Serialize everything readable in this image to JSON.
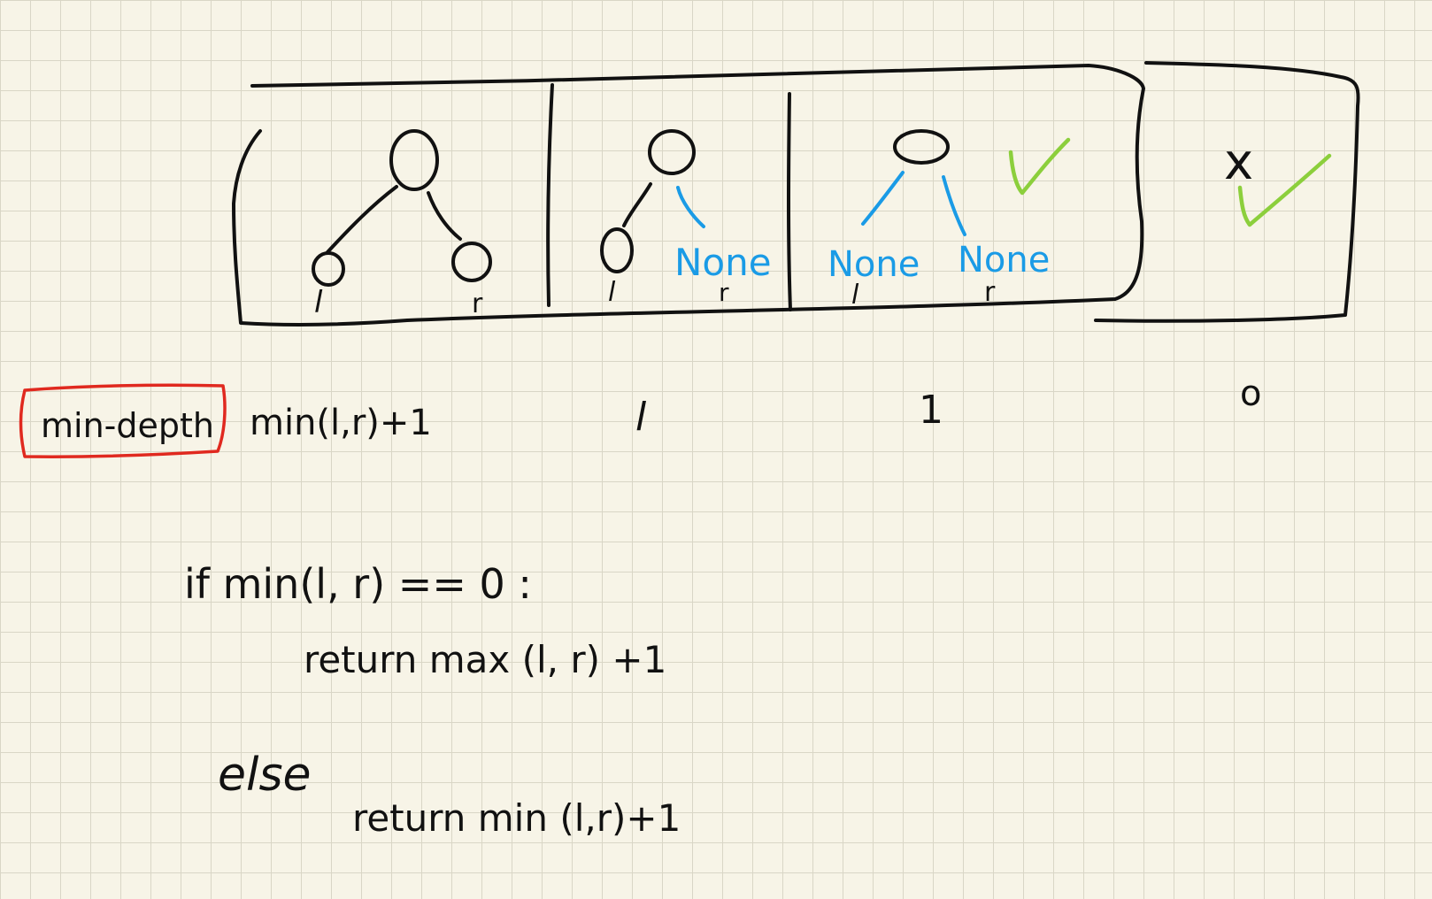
{
  "cases": [
    {
      "id": "both-children",
      "left_label": "l",
      "right_label": "r",
      "result": "min(l,r)+1"
    },
    {
      "id": "right-none",
      "left_label": "l",
      "right_none": "None",
      "right_label": "r",
      "result": "l"
    },
    {
      "id": "both-none",
      "left_none": "None",
      "left_label": "l",
      "right_none": "None",
      "right_label": "r",
      "result": "1"
    },
    {
      "id": "no-node",
      "node_mark": "x",
      "result": "o"
    }
  ],
  "function_name": "min-depth",
  "code": {
    "if_line": "if  min(l, r) == 0 :",
    "return_max": "return  max  (l, r) +1",
    "else_line": "else",
    "return_min": "return  min (l,r)+1"
  },
  "colors": {
    "ink": "#111111",
    "none_text": "#1a9be6",
    "check": "#8ccf3c",
    "highlight_box": "#e0291f"
  }
}
